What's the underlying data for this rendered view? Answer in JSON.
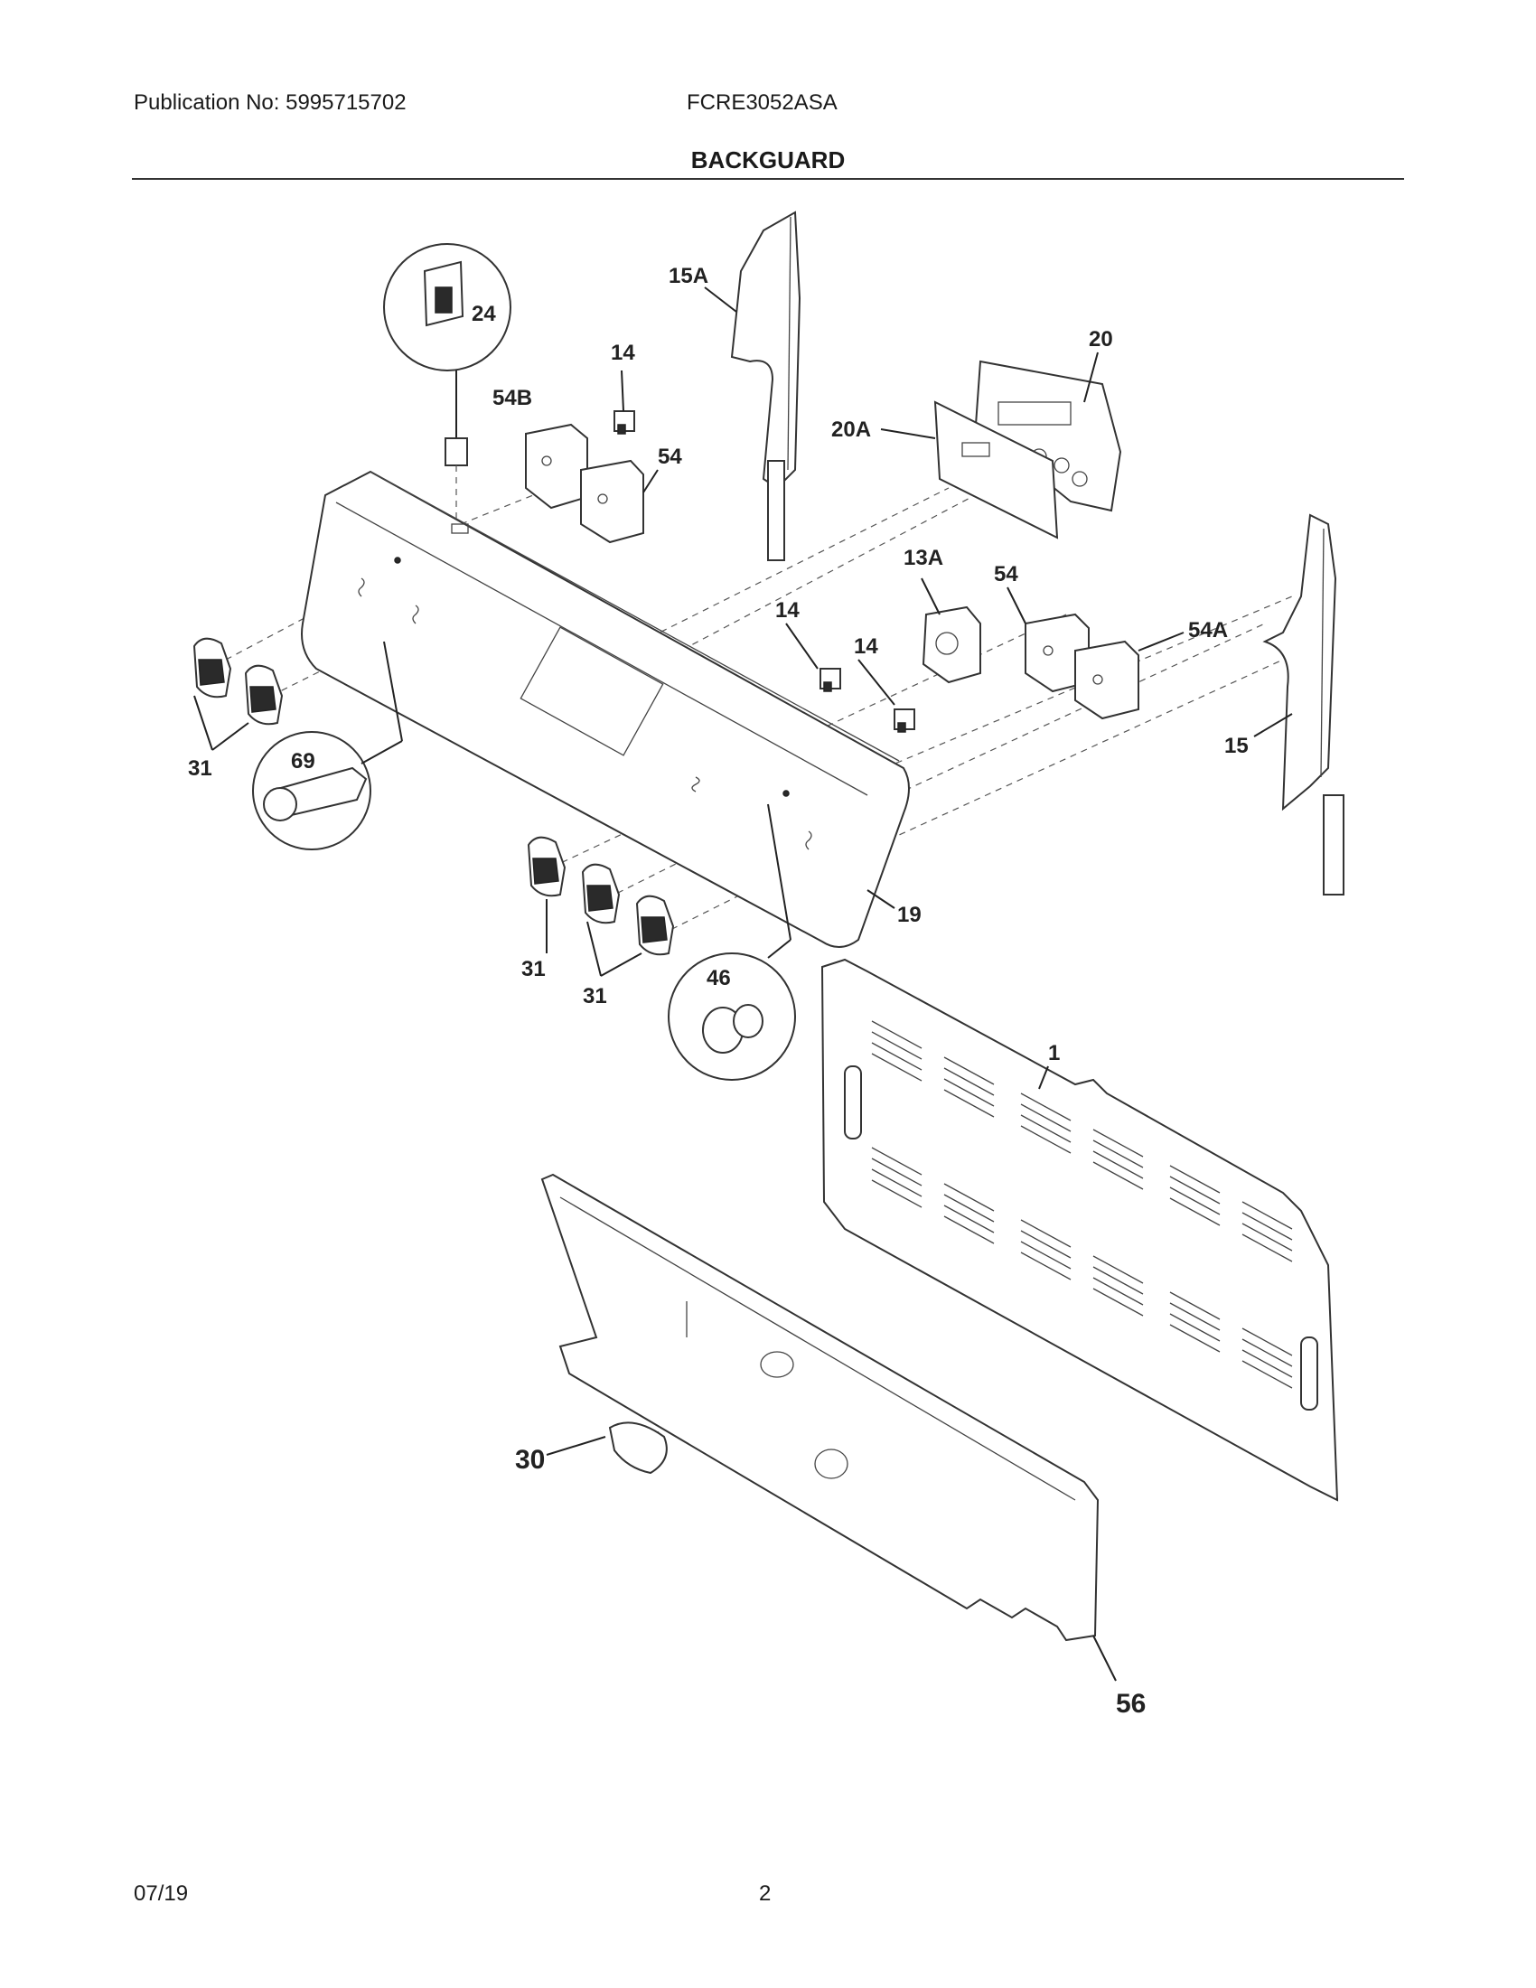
{
  "header": {
    "publication": "Publication No: 5995715702",
    "model": "FCRE3052ASA",
    "section_title": "BACKGUARD"
  },
  "footer": {
    "date": "07/19",
    "page_number": "2"
  },
  "callouts": {
    "c1": "1",
    "c13a": "13A",
    "c14a": "14",
    "c14b": "14",
    "c14c": "14",
    "c15": "15",
    "c15a": "15A",
    "c19": "19",
    "c20": "20",
    "c20a": "20A",
    "c24": "24",
    "c30": "30",
    "c31a": "31",
    "c31b": "31",
    "c31c": "31",
    "c46": "46",
    "c54a": "54",
    "c54b": "54",
    "c54A": "54A",
    "c54B": "54B",
    "c56": "56",
    "c69": "69"
  }
}
